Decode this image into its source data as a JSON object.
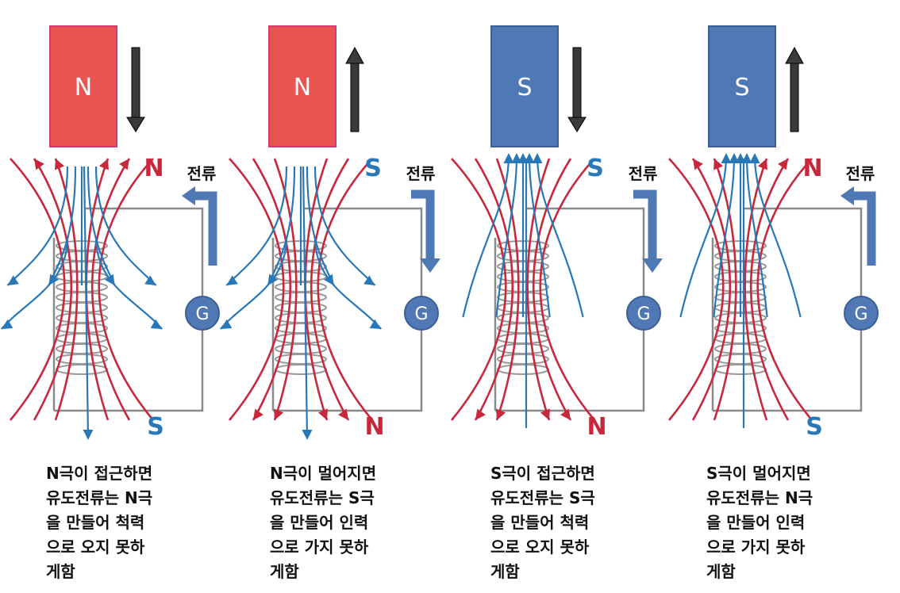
{
  "colors": {
    "n_magnet": "#e8544f",
    "n_magnet_border": "#d63a6a",
    "s_magnet": "#4f79b5",
    "s_magnet_border": "#3a5f95",
    "red_field": "#c8283c",
    "blue_field": "#2878b8",
    "current_arrow": "#4f79b5",
    "galvanometer": "#5078b4",
    "wire": "#8a8a8a",
    "coil": "#9a9a9a"
  },
  "panels": [
    {
      "magnet_pole": "N",
      "motion": "down",
      "current_label": "전류",
      "current_direction": "up",
      "top_pole": "N",
      "bottom_pole": "S",
      "galvanometer": "G",
      "caption": [
        "N극이 접근하면",
        "유도전류는 N극",
        "을 만들어 척력",
        "으로 오지 못하",
        "게함"
      ]
    },
    {
      "magnet_pole": "N",
      "motion": "up",
      "current_label": "전류",
      "current_direction": "down",
      "top_pole": "S",
      "bottom_pole": "N",
      "galvanometer": "G",
      "caption": [
        "N극이 멀어지면",
        "유도전류는 S극",
        "을 만들어 인력",
        "으로 가지 못하",
        "게함"
      ]
    },
    {
      "magnet_pole": "S",
      "motion": "down",
      "current_label": "전류",
      "current_direction": "down",
      "top_pole": "S",
      "bottom_pole": "N",
      "galvanometer": "G",
      "caption": [
        "S극이 접근하면",
        "유도전류는 S극",
        "을 만들어 척력",
        "으로 오지 못하",
        "게함"
      ]
    },
    {
      "magnet_pole": "S",
      "motion": "up",
      "current_label": "전류",
      "current_direction": "up",
      "top_pole": "N",
      "bottom_pole": "S",
      "galvanometer": "G",
      "caption": [
        "S극이 멀어지면",
        "유도전류는 N극",
        "을 만들어 인력",
        "으로 가지 못하",
        "게함"
      ]
    }
  ]
}
